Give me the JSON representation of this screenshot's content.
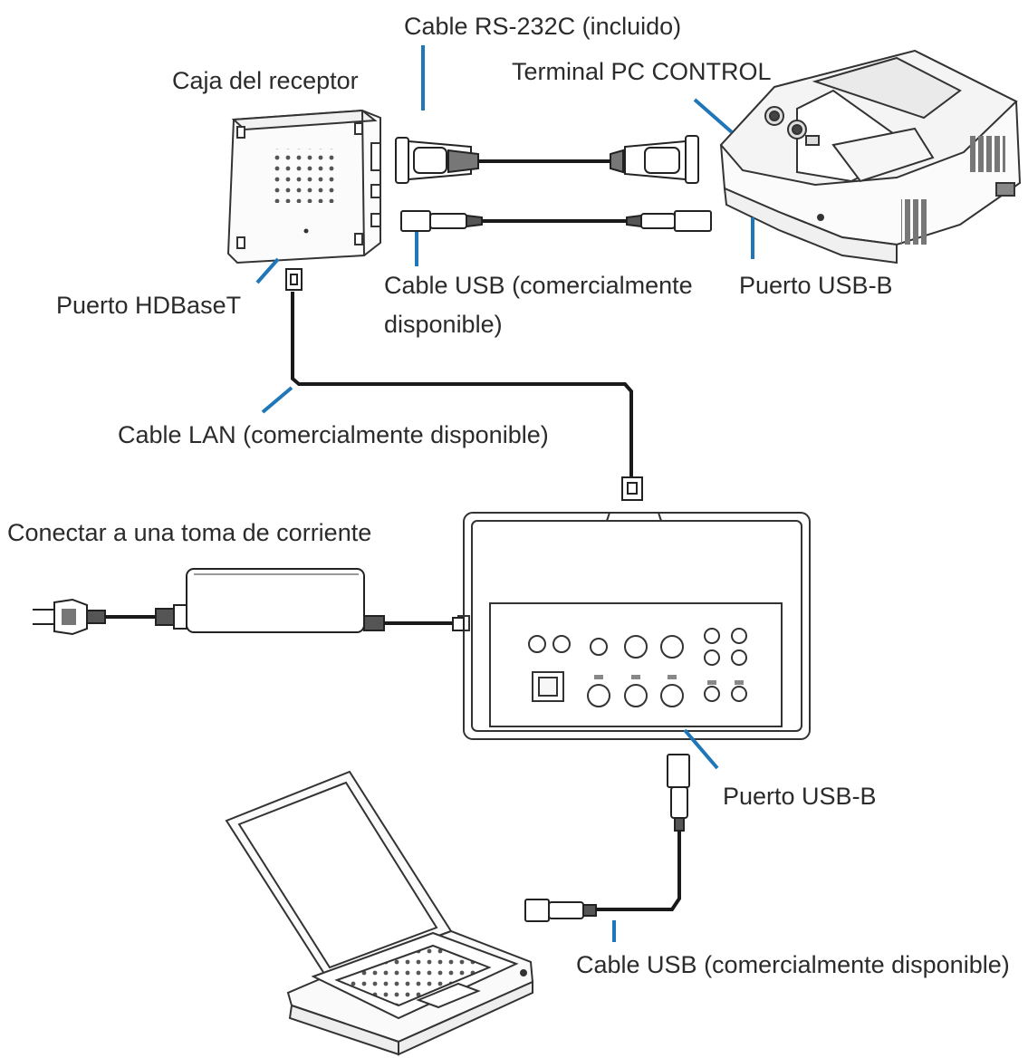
{
  "labels": {
    "rs232_cable": "Cable RS-232C (incluido)",
    "receiver_box": "Caja del receptor",
    "pc_control_terminal": "Terminal PC CONTROL",
    "hdbaset_port": "Puerto HDBaseT",
    "usb_cable_top_line1": "Cable USB (comercialmente",
    "usb_cable_top_line2": "disponible)",
    "usb_b_port_projector": "Puerto USB-B",
    "lan_cable": "Cable LAN (comercialmente disponible)",
    "power_outlet": "Conectar a una toma de corriente",
    "usb_b_port_transmitter": "Puerto USB-B",
    "usb_cable_bottom": "Cable USB (comercialmente disponible)"
  },
  "colors": {
    "leader_line": "#1f76b8",
    "outline": "#333333",
    "cable": "#1a1a1a"
  },
  "icons": [
    "projector-icon",
    "receiver-box-icon",
    "transmitter-icon",
    "laptop-icon",
    "power-plug-icon",
    "ac-adapter-icon",
    "rs232-connector-icon",
    "usb-a-connector-icon",
    "rj45-connector-icon"
  ]
}
